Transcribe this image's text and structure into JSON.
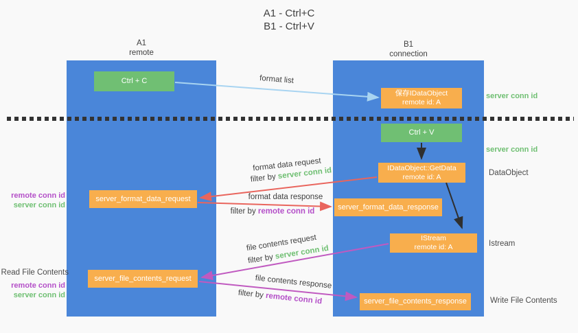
{
  "title": {
    "line1": "A1 - Ctrl+C",
    "line2": "B1 - Ctrl+V"
  },
  "columns": {
    "a1": {
      "name": "A1",
      "subtitle": "remote"
    },
    "b1": {
      "name": "B1",
      "subtitle": "connection"
    }
  },
  "nodes": {
    "ctrl_c": {
      "label": "Ctrl + C"
    },
    "save_idataobject": {
      "line1": "保存IDataObject",
      "line2": "remote id: A"
    },
    "ctrl_v": {
      "label": "Ctrl + V"
    },
    "getdata": {
      "line1": "IDataObject::GetData",
      "line2": "remote id: A"
    },
    "server_format_data_request": {
      "label": "server_format_data_request"
    },
    "server_format_data_response": {
      "label": "server_format_data_response"
    },
    "istream": {
      "line1": "IStream",
      "line2": "remote id: A"
    },
    "server_file_contents_request": {
      "label": "server_file_contents_request"
    },
    "server_file_contents_response": {
      "label": "server_file_contents_response"
    }
  },
  "flow_labels": {
    "format_list": "format list",
    "format_data_request": "format data request",
    "format_data_response": "format data response",
    "file_contents_request": "file contents request",
    "file_contents_response": "file contents response",
    "filter_by": "filter by ",
    "server_conn_id": "server conn id",
    "remote_conn_id": "remote conn id"
  },
  "side_labels": {
    "left": {
      "remote_conn_id": "remote conn id",
      "server_conn_id": "server conn id",
      "read_file_contents": "Read File Contents"
    },
    "right": {
      "server_conn_id": "server conn id",
      "dataobject": "DataObject",
      "istream": "Istream",
      "write_file_contents": "Write File Contents"
    }
  },
  "colors": {
    "background": "#f9f9f9",
    "panel_blue": "#4a86d9",
    "box_green": "#70bf73",
    "box_orange": "#f8ae4d",
    "arrow_lightblue": "#a8d4f1",
    "arrow_red": "#e9655d",
    "arrow_purple": "#c05ac0",
    "arrow_black": "#2f2f2f",
    "label_green": "#6fbf72",
    "label_purple": "#b44fc8",
    "text_dark": "#3f3f3f",
    "divider_dark": "#333333"
  }
}
